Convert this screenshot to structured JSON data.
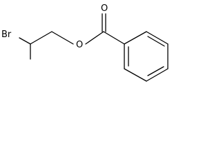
{
  "molecule": {
    "atoms": {
      "bromine": "Br",
      "ester_oxygen": "O",
      "carbonyl_oxygen": "O"
    }
  }
}
